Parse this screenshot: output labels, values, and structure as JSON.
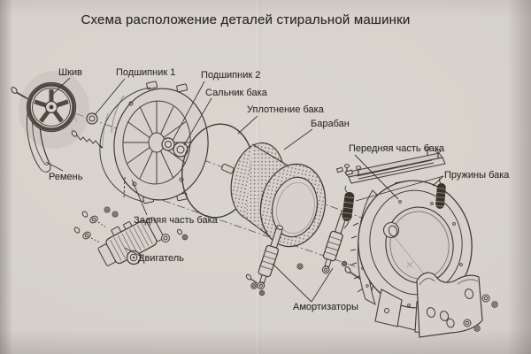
{
  "title": "Схема расположение деталей стиральной машинки",
  "parts": {
    "pulley": "Шкив",
    "bearing1": "Подшипник 1",
    "bearing2": "Подшипник 2",
    "tank_oil_seal": "Сальник бака",
    "tank_gasket": "Уплотнение бака",
    "drum": "Барабан",
    "tank_front": "Передняя часть бака",
    "tank_springs": "Пружины бака",
    "belt": "Ремень",
    "tank_rear": "Задняя часть бака",
    "motor": "Двигатель",
    "shock_absorbers": "Амортизаторы"
  },
  "colors": {
    "paper": "#d6d2cb",
    "ink": "#433d36",
    "spring_dark": "#39332c"
  }
}
